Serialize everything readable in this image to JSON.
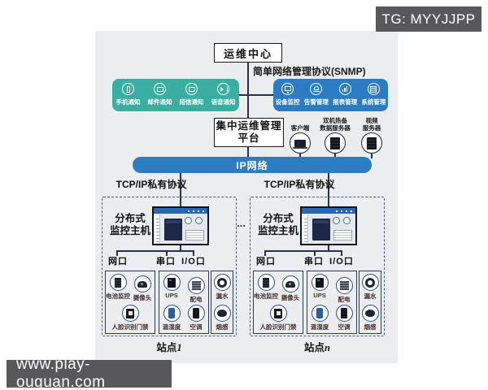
{
  "overlays": {
    "tg_badge": "TG: MYYJJPP",
    "watermark": "www.play-ouguan.com"
  },
  "colors": {
    "badge_bg": "#58585a",
    "panel_bg": "#ecedef",
    "teal_accent": "#3aaea0",
    "blue_accent": "#2b7cc2",
    "wire": "#25324d",
    "dashed_border": "#4c5a80"
  },
  "diagram": {
    "ops_center": "运维中心",
    "snmp": "简单网络管理协议(SNMP)",
    "notify": {
      "items": [
        {
          "icon": "mobile-icon",
          "label": "手机通知"
        },
        {
          "icon": "mail-icon",
          "label": "邮件通知"
        },
        {
          "icon": "sms-icon",
          "label": "短信通知"
        },
        {
          "icon": "voice-icon",
          "label": "语音通知"
        }
      ]
    },
    "mgmt": {
      "items": [
        {
          "icon": "device-monitor-icon",
          "label": "设备监控"
        },
        {
          "icon": "alarm-bell-icon",
          "label": "告警管理"
        },
        {
          "icon": "report-chart-icon",
          "label": "报表管理"
        },
        {
          "icon": "system-server-icon",
          "label": "系统管理"
        }
      ]
    },
    "platform": {
      "line1": "集中运维管理",
      "line2": "平台"
    },
    "servers": [
      {
        "icon": "laptop-icon",
        "lines": [
          "客户端"
        ]
      },
      {
        "icon": "database-server-icon",
        "lines": [
          "双机热备",
          "数据服务器"
        ]
      },
      {
        "icon": "video-server-icon",
        "lines": [
          "视频",
          "服务器"
        ]
      }
    ],
    "ip_bar": "IP网络",
    "ellipsis": "..."
  },
  "stations": [
    {
      "protocol": "TCP/IP私有协议",
      "host_line1": "分布式",
      "host_line2": "监控主机",
      "ports": [
        "网口",
        "串口",
        "I/O口"
      ],
      "g1": {
        "d1": "电池监控",
        "d2": "摄像头",
        "d3": "人脸识别门禁"
      },
      "g2": {
        "d1": "UPS",
        "d2": "配电",
        "d3": "温湿度",
        "d4": "空调"
      },
      "g3": {
        "d1": "漏水",
        "d2": "烟感"
      },
      "site_prefix": "站点",
      "site_var": "1"
    },
    {
      "protocol": "TCP/IP私有协议",
      "host_line1": "分布式",
      "host_line2": "监控主机",
      "ports": [
        "网口",
        "串口",
        "I/O口"
      ],
      "g1": {
        "d1": "电池监控",
        "d2": "摄像头",
        "d3": "人脸识别门禁"
      },
      "g2": {
        "d1": "UPS",
        "d2": "配电",
        "d3": "温湿度",
        "d4": "空调"
      },
      "g3": {
        "d1": "漏水",
        "d2": "烟感"
      },
      "site_prefix": "站点",
      "site_var": "n"
    }
  ]
}
